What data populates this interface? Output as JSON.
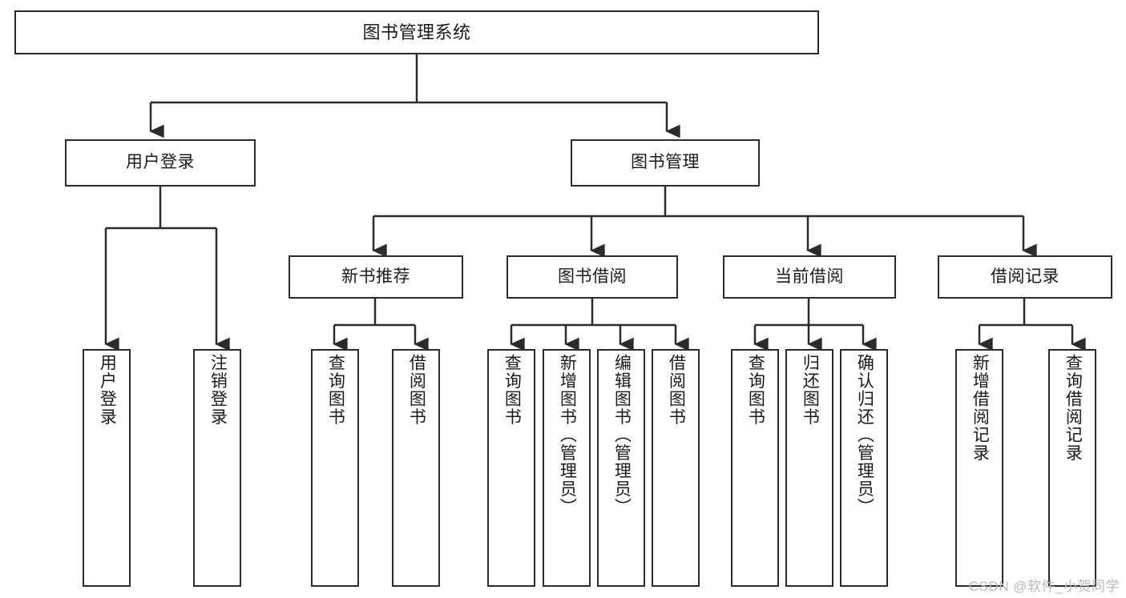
{
  "diagram": {
    "title": "图书管理系统",
    "type": "功能结构图",
    "watermark": "CSDN @软件_小贺同学",
    "line_color": "#2b2b2b",
    "box_fill": "#ffffff",
    "text_color": "#1a1a1a",
    "watermark_color": "#b9b9b9"
  },
  "nodes": {
    "root": {
      "label": "图书管理系统"
    },
    "level2": [
      {
        "id": "user_login",
        "label": "用户登录"
      },
      {
        "id": "book_manage",
        "label": "图书管理"
      }
    ],
    "level3": [
      {
        "id": "new_book_rec",
        "label": "新书推荐"
      },
      {
        "id": "book_borrow",
        "label": "图书借阅"
      },
      {
        "id": "current_borrow",
        "label": "当前借阅"
      },
      {
        "id": "borrow_record",
        "label": "借阅记录"
      }
    ],
    "leaves": {
      "user_login": [
        {
          "id": "leaf_user_login",
          "label": "用户登录"
        },
        {
          "id": "leaf_logout",
          "label": "注销登录"
        }
      ],
      "new_book_rec": [
        {
          "id": "leaf_query_book_1",
          "label": "查询图书"
        },
        {
          "id": "leaf_borrow_book_1",
          "label": "借阅图书"
        }
      ],
      "book_borrow": [
        {
          "id": "leaf_query_book_2",
          "label": "查询图书"
        },
        {
          "id": "leaf_add_book",
          "label": "新增图书（管理员）"
        },
        {
          "id": "leaf_edit_book",
          "label": "编辑图书（管理员）"
        },
        {
          "id": "leaf_borrow_book_2",
          "label": "借阅图书"
        }
      ],
      "current_borrow": [
        {
          "id": "leaf_query_book_3",
          "label": "查询图书"
        },
        {
          "id": "leaf_return_book",
          "label": "归还图书"
        },
        {
          "id": "leaf_confirm_return",
          "label": "确认归还（管理员）"
        }
      ],
      "borrow_record": [
        {
          "id": "leaf_add_record",
          "label": "新增借阅记录"
        },
        {
          "id": "leaf_query_record",
          "label": "查询借阅记录"
        }
      ]
    }
  }
}
